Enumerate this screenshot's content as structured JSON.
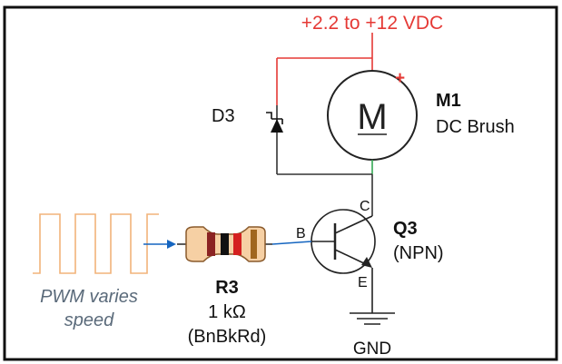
{
  "power": {
    "label": "+2.2 to +12 VDC",
    "plus_sign": "+"
  },
  "motor": {
    "symbol": "M",
    "designator": "M1",
    "description": "DC Brush"
  },
  "diode": {
    "designator": "D3"
  },
  "transistor": {
    "designator": "Q3",
    "type_label": "(NPN)",
    "collector_label": "C",
    "base_label": "B",
    "emitter_label": "E"
  },
  "resistor": {
    "designator": "R3",
    "value": "1 kΩ",
    "color_code": "(BnBkRd)",
    "bands": [
      "#8b2323",
      "#111111",
      "#d42020",
      "#a0661e"
    ]
  },
  "pwm": {
    "line1": "PWM varies",
    "line2": "speed"
  },
  "ground": {
    "label": "GND"
  },
  "colors": {
    "power_wire": "#e53935",
    "ground_wire": "#34a853",
    "signal_wire": "#1565c0",
    "pwm_wave": "#f2b37a",
    "border": "#111111"
  }
}
